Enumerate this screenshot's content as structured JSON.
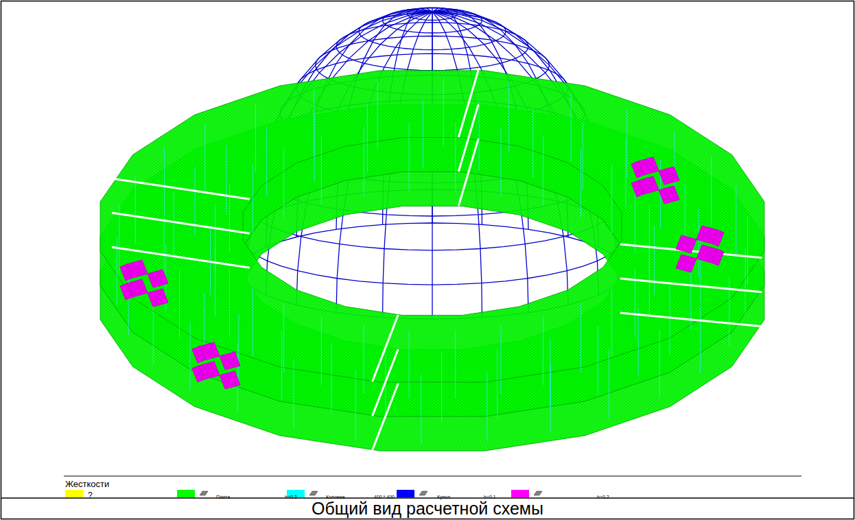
{
  "diagram": {
    "caption": "Общий вид расчетной схемы",
    "labels": [
      "Жесткости",
      "h=0.3",
      "400 * 400",
      "h=0.1"
    ],
    "legend": [
      {
        "text": "?",
        "color": "#ffff00"
      },
      {
        "text": "Плита",
        "color": "#00ff00"
      },
      {
        "text": "Колонна",
        "color": "#00ffff"
      },
      {
        "text": "Купол",
        "color": "#0000ff"
      },
      {
        "text": "h=0.2",
        "color": "#ff00ff"
      }
    ]
  }
}
